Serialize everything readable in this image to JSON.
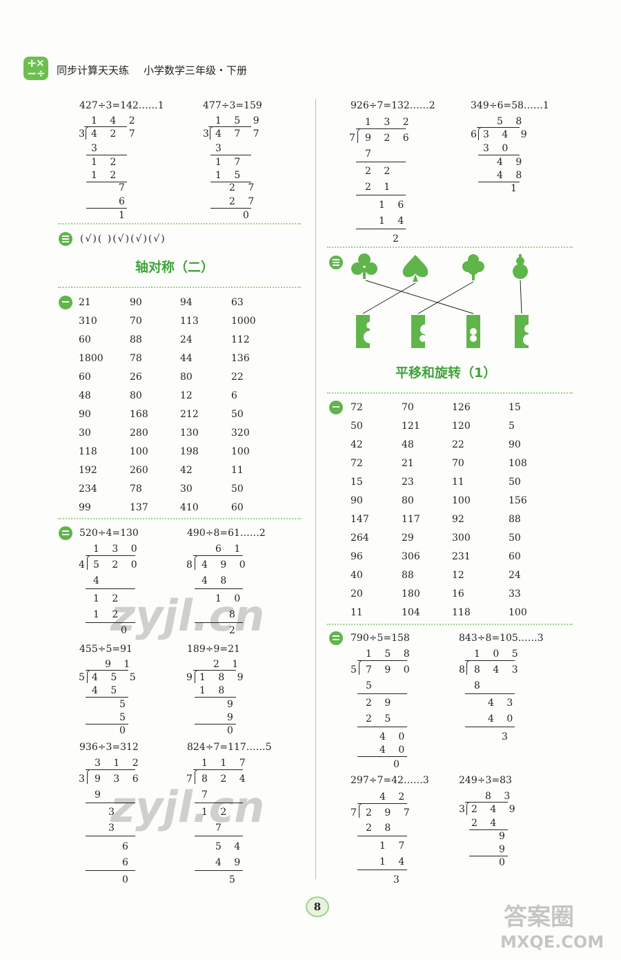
{
  "header": {
    "title": "同步计算天天练",
    "subtitle": "小学数学三年级・下册"
  },
  "page_number": "8",
  "left": {
    "top_eq1": "427÷3=142……1",
    "top_eq2": "477÷3=159",
    "sec3_label": "三",
    "sec3_marks": "(√)( )(√)(√)(√)",
    "lesson_title": "轴对称（二）",
    "sec1_label": "一",
    "grid1": [
      [
        "21",
        "90",
        "94",
        "63"
      ],
      [
        "310",
        "70",
        "113",
        "1000"
      ],
      [
        "60",
        "88",
        "24",
        "112"
      ],
      [
        "1800",
        "78",
        "44",
        "136"
      ],
      [
        "60",
        "26",
        "80",
        "22"
      ],
      [
        "48",
        "80",
        "12",
        "6"
      ],
      [
        "90",
        "168",
        "212",
        "50"
      ],
      [
        "30",
        "280",
        "130",
        "320"
      ],
      [
        "118",
        "100",
        "198",
        "100"
      ],
      [
        "192",
        "260",
        "42",
        "11"
      ],
      [
        "234",
        "78",
        "30",
        "50"
      ],
      [
        "99",
        "137",
        "410",
        "60"
      ]
    ],
    "sec2_label": "二",
    "eqs": [
      "520÷4=130",
      "490÷8=61……2",
      "455÷5=91",
      "189÷9=21",
      "936÷3=312",
      "824÷7=117……5"
    ]
  },
  "right": {
    "top_eq1": "926÷7=132……2",
    "top_eq2": "349÷6=58……1",
    "sec3_label": "三",
    "lesson_title": "平移和旋转（1）",
    "sec1_label": "一",
    "grid1": [
      [
        "72",
        "70",
        "126",
        "15"
      ],
      [
        "50",
        "121",
        "120",
        "5"
      ],
      [
        "42",
        "48",
        "22",
        "90"
      ],
      [
        "72",
        "21",
        "70",
        "108"
      ],
      [
        "15",
        "23",
        "11",
        "50"
      ],
      [
        "90",
        "80",
        "100",
        "156"
      ],
      [
        "147",
        "117",
        "92",
        "88"
      ],
      [
        "264",
        "29",
        "300",
        "50"
      ],
      [
        "96",
        "306",
        "231",
        "60"
      ],
      [
        "40",
        "88",
        "12",
        "24"
      ],
      [
        "20",
        "180",
        "16",
        "33"
      ],
      [
        "11",
        "104",
        "118",
        "100"
      ]
    ],
    "sec2_label": "二",
    "eqs": [
      "790÷5=158",
      "843÷8=105……3",
      "297÷7=42……3",
      "249÷3=83"
    ]
  },
  "watermarks": [
    "zyjl.cn",
    "zyjl.cn"
  ],
  "corner_mark": {
    "top": "答案圈",
    "bottom": "MXQE.COM"
  },
  "colors": {
    "accent": "#5fb54a",
    "divider": "#9fd08c"
  }
}
